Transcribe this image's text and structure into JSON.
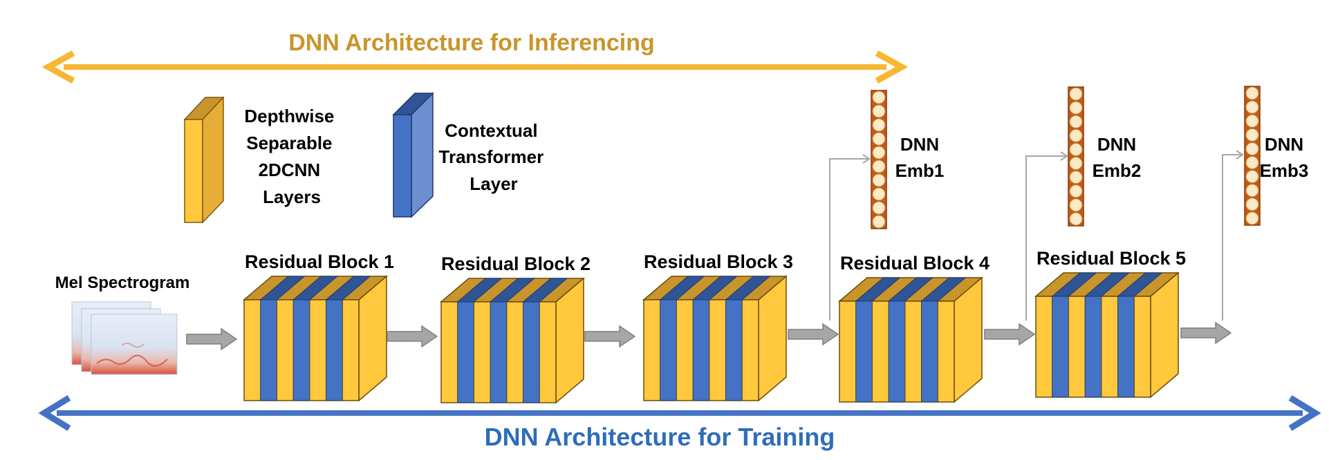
{
  "title_inferencing": "DNN Architecture for Inferencing",
  "title_training": "DNN Architecture for Training",
  "colors": {
    "cnn_yellow": "#FFC83D",
    "cnn_top": "#C9952B",
    "transformer_blue": "#4472C4",
    "transformer_light": "#6B8FD0",
    "inference_arrow": "#F7B733",
    "training_arrow": "#4472C4",
    "flow_arrow": "#A6A6A6",
    "embedding_border": "#C55A11",
    "embedding_fill": "#FCE9C5"
  },
  "legend": {
    "cnn_label": [
      "Depthwise",
      "Separable",
      "2DCNN",
      "Layers"
    ],
    "transformer_label": [
      "Contextual",
      "Transformer",
      "Layer"
    ]
  },
  "input_label": "Mel Spectrogram",
  "blocks": [
    {
      "label": "Residual Block 1"
    },
    {
      "label": "Residual Block 2"
    },
    {
      "label": "Residual Block 3"
    },
    {
      "label": "Residual Block 4"
    },
    {
      "label": "Residual Block 5"
    }
  ],
  "embeddings": [
    {
      "label_line1": "DNN",
      "label_line2": "Emb1"
    },
    {
      "label_line1": "DNN",
      "label_line2": "Emb2"
    },
    {
      "label_line1": "DNN",
      "label_line2": "Emb3"
    }
  ]
}
